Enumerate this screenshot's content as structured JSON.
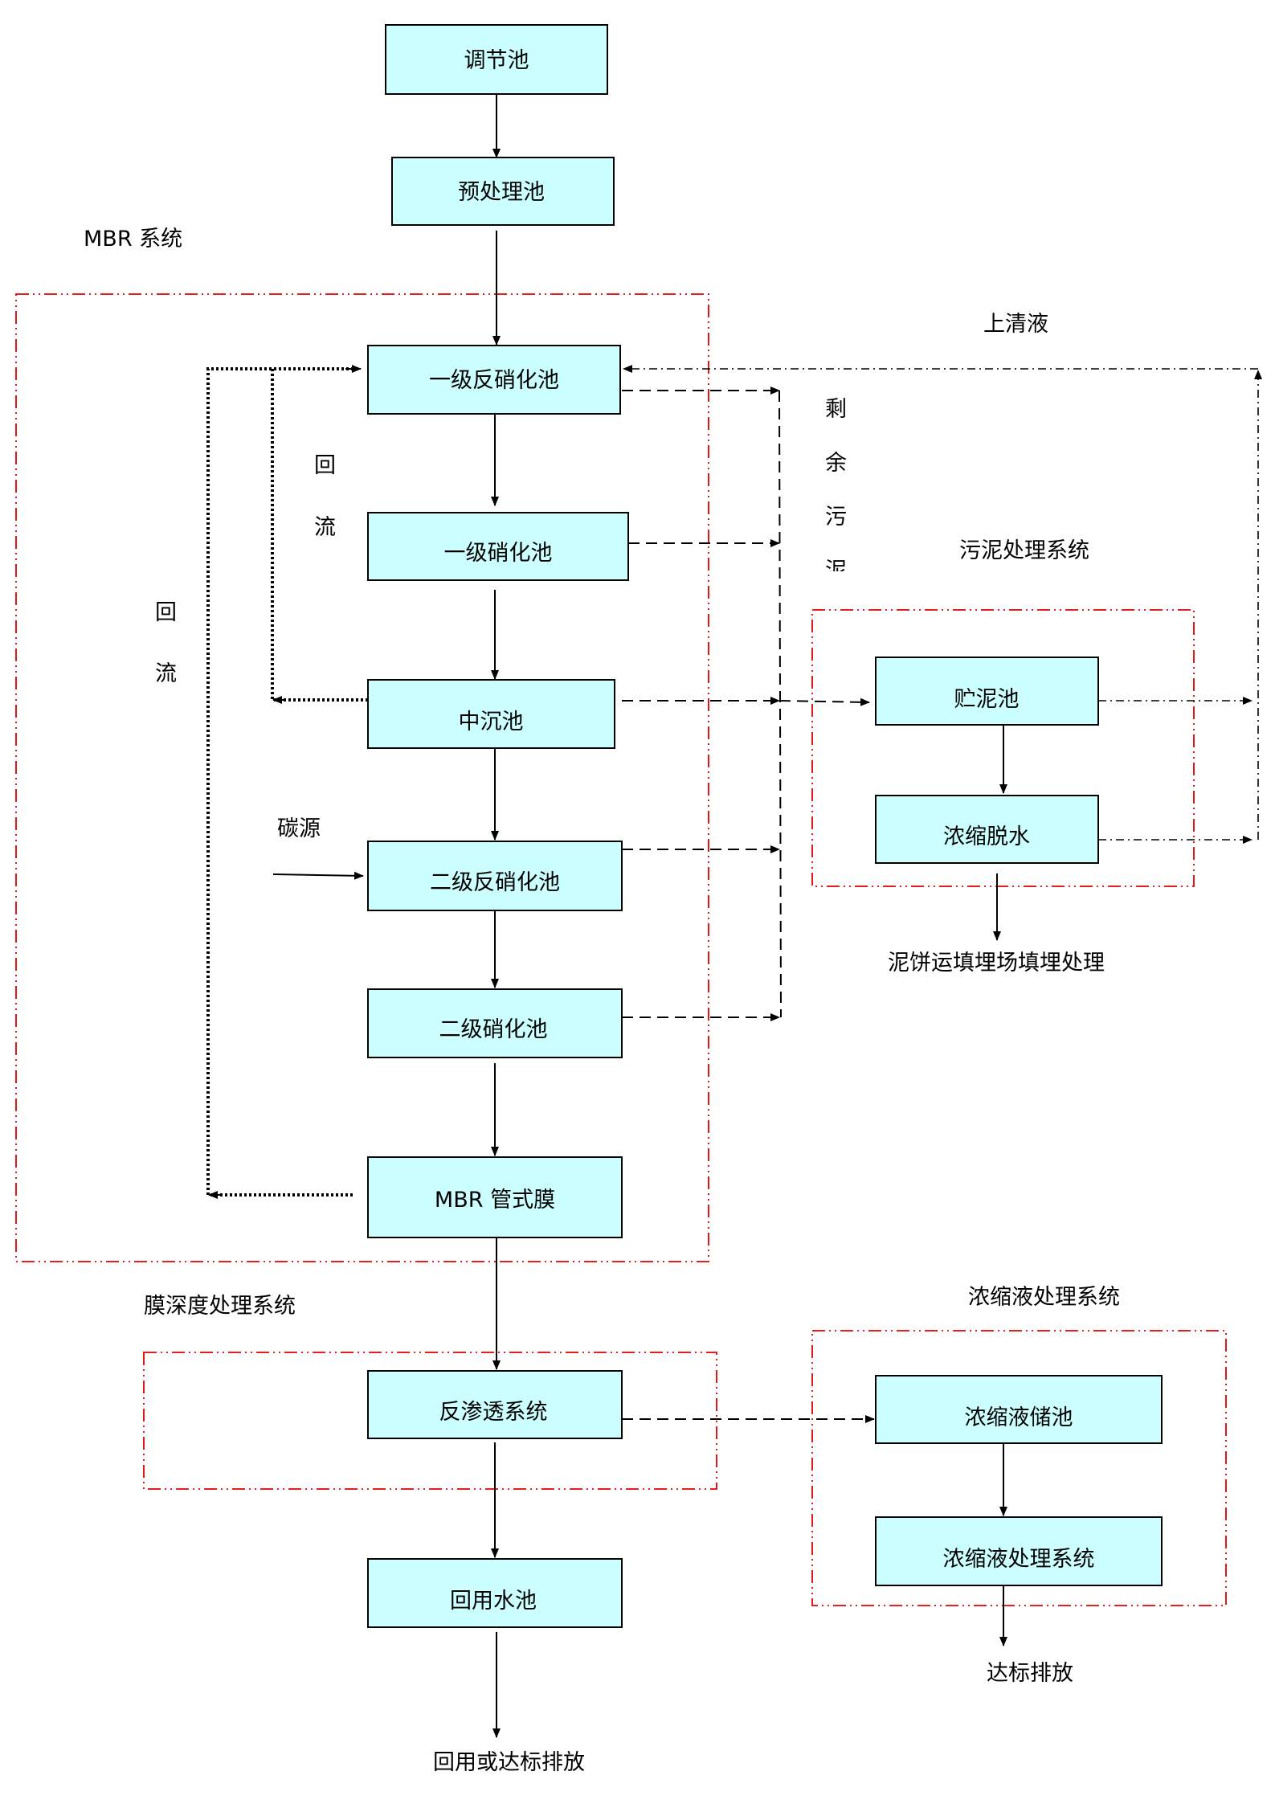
{
  "colors": {
    "box_fill": "#ccffff",
    "group_border": "#e00000",
    "line": "#000000"
  },
  "boxes": {
    "tiaojie": "调节池",
    "yuchuli": "预处理池",
    "fanxiao1": "一级反硝化池",
    "xiaohua1": "一级硝化池",
    "zhongchen": "中沉池",
    "fanxiao2": "二级反硝化池",
    "xiaohua2": "二级硝化池",
    "mbr": "MBR 管式膜",
    "fanshentou": "反渗透系统",
    "huiyong": "回用水池",
    "zhuni": "贮泥池",
    "nongsuo": "浓缩脱水",
    "nongsuoye_chu": "浓缩液储池",
    "nongsuoye_sys": "浓缩液处理系统"
  },
  "groups": {
    "mbr_system": "MBR 系统",
    "sludge_system": "污泥处理系统",
    "membrane_system": "膜深度处理系统",
    "concentrate_system": "浓缩液处理系统"
  },
  "labels": {
    "supernatant": "上清液",
    "excess_sludge": [
      "剩",
      "余",
      "污",
      "泥"
    ],
    "reflux_inner": [
      "回",
      "流"
    ],
    "reflux_outer": [
      "回",
      "流"
    ],
    "carbon_source": "碳源",
    "sludge_cake": "泥饼运填埋场填埋处理",
    "discharge": "达标排放",
    "reuse_or_discharge": "回用或达标排放"
  }
}
